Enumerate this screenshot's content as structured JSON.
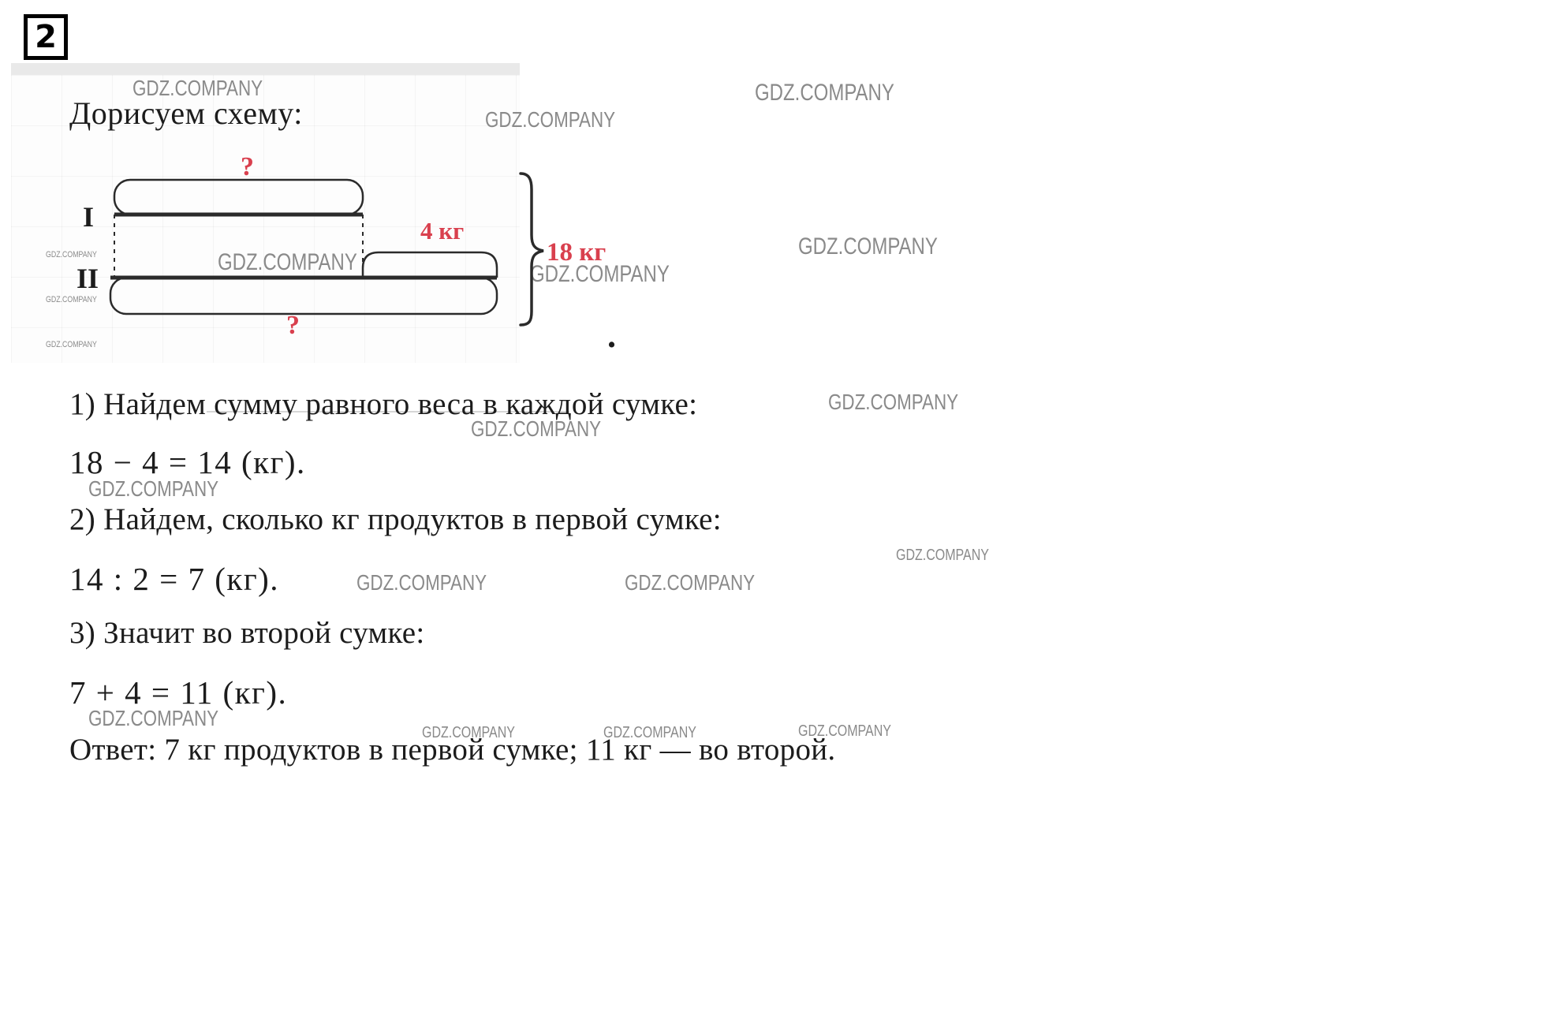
{
  "page": {
    "problem_number": "2",
    "heading": "Дорисуем схему:",
    "period": "."
  },
  "watermark": {
    "text": "GDZ.COMPANY",
    "color": "#8a8a8a"
  },
  "diagram": {
    "row1_label": "I",
    "row2_label": "II",
    "top_question": "?",
    "bottom_question": "?",
    "extra_weight": "4 кг",
    "total_weight": "18 кг",
    "accent_color": "#d9404e"
  },
  "solution": {
    "steps": [
      {
        "caption": "1) Найдем сумму равного веса в каждой сумке:",
        "formula": "18 − 4 = 14 (кг)."
      },
      {
        "caption": "2) Найдем, сколько кг продуктов в первой сумке:",
        "formula": "14 : 2 = 7 (кг)."
      },
      {
        "caption": "3) Значит во второй сумке:",
        "formula": "7 + 4 = 11 (кг)."
      }
    ],
    "answer": "Ответ: 7 кг продуктов в первой сумке; 11 кг — во второй."
  }
}
